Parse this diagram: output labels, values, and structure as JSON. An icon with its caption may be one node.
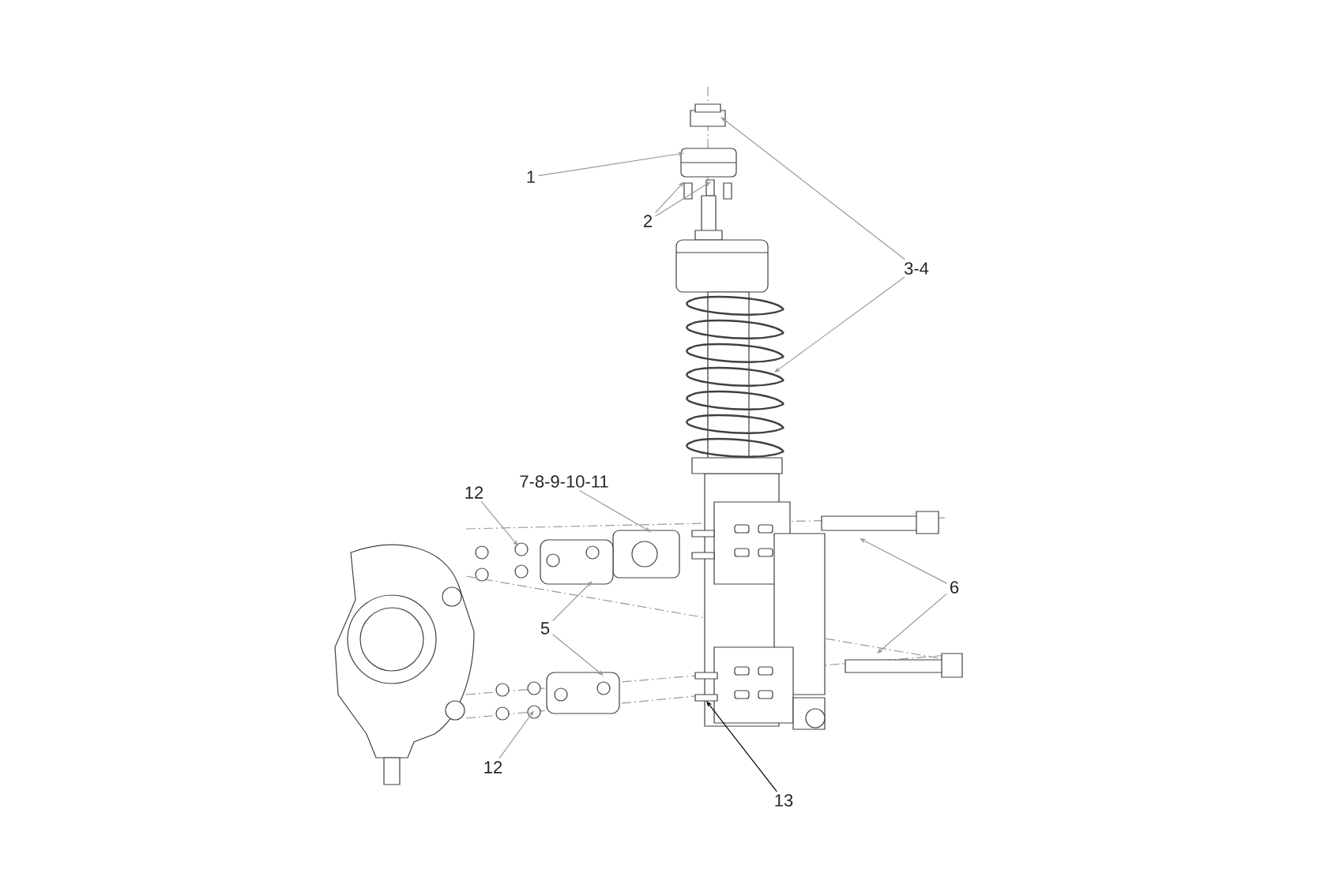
{
  "diagram": {
    "nodes": [
      {
        "text": [
          "1"
        ]
      },
      {
        "text": [
          "2"
        ]
      },
      {
        "text": [
          "3-4"
        ]
      },
      {
        "text": [
          "12"
        ]
      },
      {
        "text": [
          "7-8-9-10-11"
        ]
      },
      {
        "text": [
          "6"
        ]
      },
      {
        "text": [
          "5"
        ]
      },
      {
        "text": [
          "12"
        ]
      },
      {
        "text": [
          "13"
        ]
      }
    ],
    "edges": [
      {
        "from": 0,
        "to": null,
        "arrow": "to"
      },
      {
        "from": 1,
        "to": null,
        "arrow": "to"
      },
      {
        "from": 1,
        "to": null,
        "arrow": "to"
      },
      {
        "from": 2,
        "to": null,
        "arrow": "to"
      },
      {
        "from": 2,
        "to": null,
        "arrow": "to"
      },
      {
        "from": 3,
        "to": null,
        "arrow": "to"
      },
      {
        "from": 4,
        "to": null,
        "arrow": "to"
      },
      {
        "from": 5,
        "to": null,
        "arrow": "to"
      },
      {
        "from": 5,
        "to": null,
        "arrow": "to"
      },
      {
        "from": 6,
        "to": null,
        "arrow": "to"
      },
      {
        "from": 6,
        "to": null,
        "arrow": "to"
      },
      {
        "from": 7,
        "to": null,
        "arrow": "to"
      },
      {
        "from": 8,
        "to": null,
        "arrow": "to",
        "color": "#000000"
      }
    ]
  }
}
